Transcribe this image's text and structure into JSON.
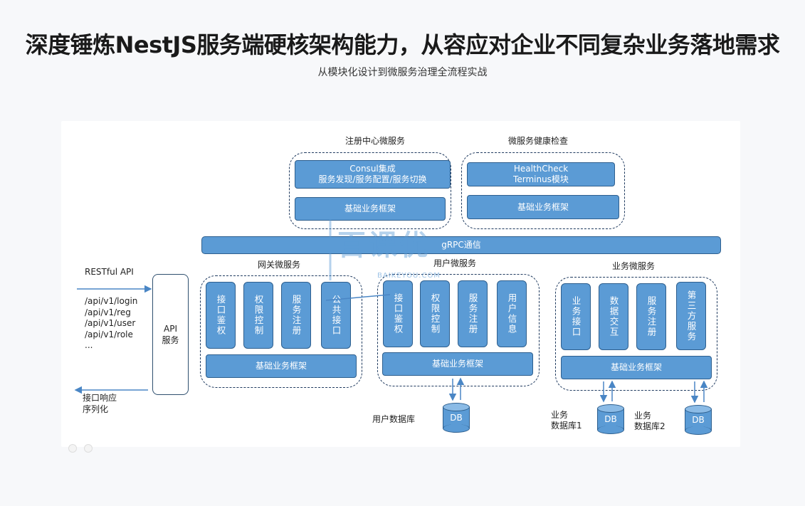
{
  "header": {
    "title": "深度锤炼NestJS服务端硬核架构能力，从容应对企业不同复杂业务落地需求",
    "subtitle": "从模块化设计到微服务治理全流程实战"
  },
  "diagram": {
    "registry": {
      "title": "注册中心微服务",
      "consul": "Consul集成\n服务发现/服务配置/服务切换",
      "base": "基础业务框架"
    },
    "health": {
      "title": "微服务健康检查",
      "check": "HealthCheck\nTerminus模块",
      "base": "基础业务框架"
    },
    "grpc": "gRPC通信",
    "client": {
      "restful": "RESTful API",
      "endpoints": [
        "/api/v1/login",
        "/api/v1/reg",
        "/api/v1/user",
        "/api/v1/role",
        "..."
      ],
      "response": "接口响应\n序列化",
      "api_box": "API\n服务"
    },
    "gateway": {
      "title": "网关微服务",
      "modules": [
        "接口鉴权",
        "权限控制",
        "服务注册",
        "公共接口"
      ],
      "base": "基础业务框架"
    },
    "user": {
      "title": "用户微服务",
      "modules": [
        "接口鉴权",
        "权限控制",
        "服务注册",
        "用户信息"
      ],
      "base": "基础业务框架",
      "db_label": "用户数据库",
      "db": "DB"
    },
    "business": {
      "title": "业务微服务",
      "modules": [
        "业务接口",
        "数据交互",
        "服务注册",
        "第三方服务"
      ],
      "base": "基础业务框架",
      "db1_label": "业务\n数据库1",
      "db2_label": "业务\n数据库2",
      "db": "DB"
    }
  },
  "watermark": {
    "text": "百课优",
    "sub": "BAIKEYOU.COM"
  },
  "colors": {
    "box_fill": "#5b9bd5",
    "box_border": "#2e5f8e",
    "dash_border": "#1f3a5f"
  }
}
